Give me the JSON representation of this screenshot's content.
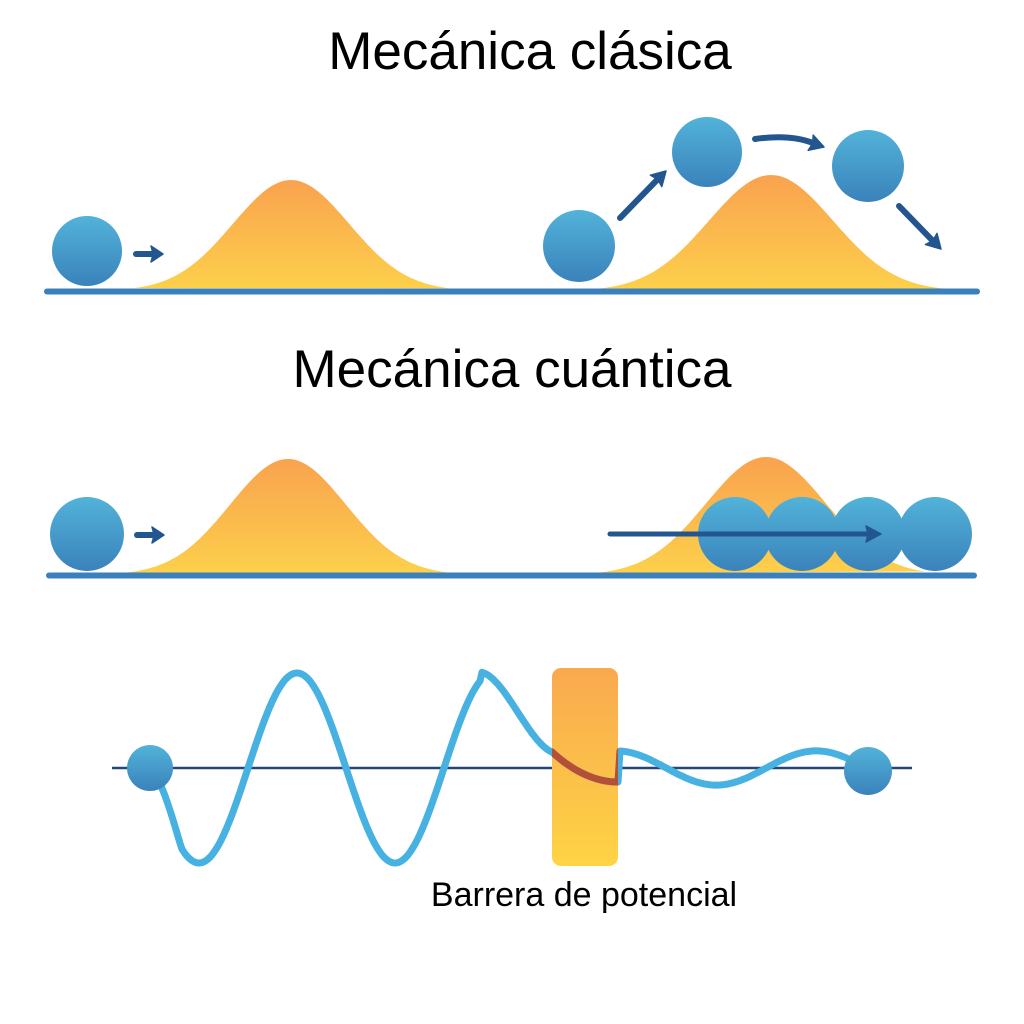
{
  "classical": {
    "title": "Mecánica clásica",
    "scenes": [
      {
        "name": "ball-approaches-hill",
        "balls": 1,
        "arrows": 1
      },
      {
        "name": "ball-rolls-over-hill",
        "balls": 3,
        "arrows": 3
      }
    ]
  },
  "quantum": {
    "title": "Mecánica cuántica",
    "scenes": [
      {
        "name": "ball-approaches-hill",
        "balls": 1,
        "arrows": 1
      },
      {
        "name": "ball-tunnels-through-hill",
        "balls": 4,
        "arrows": 1
      }
    ]
  },
  "wave_diagram": {
    "barrier_label": "Barrera de potencial",
    "description": "Wave function of a particle with large oscillations before the barrier, decaying inside the barrier and continuing with small amplitude after it"
  },
  "colors": {
    "ball_light": "#52b3d9",
    "ball_dark": "#3a82bb",
    "ground": "#3a80bd",
    "arrow": "#23558f",
    "hill_top": "#f9a24f",
    "hill_bottom": "#fdd04b",
    "wave": "#47b2e1",
    "wave_in_barrier": "#b4503a",
    "wave_axis": "#24467e",
    "barrier_top": "#f9a94f",
    "barrier_bottom": "#fed444",
    "text": "#000000"
  }
}
